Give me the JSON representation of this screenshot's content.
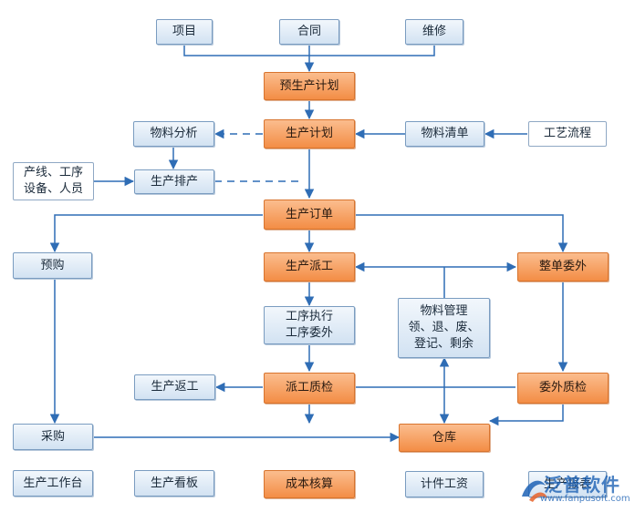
{
  "nodes": {
    "xiangmu": "项目",
    "hetong": "合同",
    "weixiu": "维修",
    "yushengchan_jihua": "预生产计划",
    "wuliao_fenxi": "物料分析",
    "shengchan_jihua": "生产计划",
    "wuliao_qingdan": "物料清单",
    "gongyi_liucheng": "工艺流程",
    "chanxian_gongxu": "产线、工序\n设备、人员",
    "shengchan_paichan": "生产排产",
    "shengchan_dingdan": "生产订单",
    "yugou": "预购",
    "shengchan_paigong": "生产派工",
    "zhengdan_weiwai": "整单委外",
    "gongxu_zhixing": "工序执行\n工序委外",
    "wuliao_guanli": "物料管理\n领、退、废、\n登记、剩余",
    "shengchan_fangong": "生产返工",
    "paigong_zhijian": "派工质检",
    "weiwai_zhijian": "委外质检",
    "caigou": "采购",
    "cangku": "仓库",
    "shengchan_gongzuotai": "生产工作台",
    "shengchan_kanban": "生产看板",
    "chengben_hesuan": "成本核算",
    "jijian_gongzi": "计件工资",
    "shengchan_baobiao": "生产报表"
  },
  "logo": {
    "name": "泛普软件",
    "url": "www.fanpusoft.com"
  },
  "colors": {
    "line": "#2f6db5",
    "orange": "#f39a5a",
    "blue_box": "#dce8f5"
  }
}
